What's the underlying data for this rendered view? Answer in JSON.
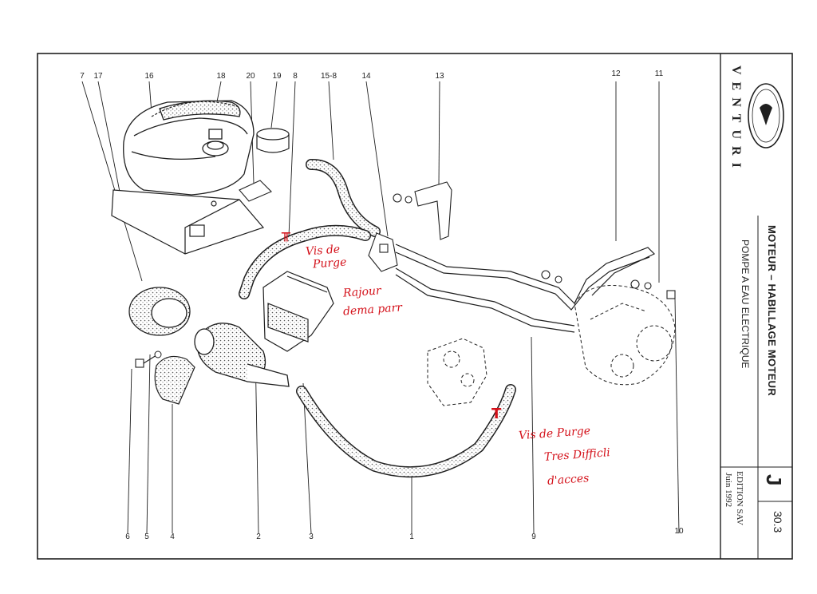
{
  "sidebar": {
    "brand": "VENTURI",
    "title": "MOTEUR – HABILLAGE MOTEUR",
    "subtitle": "POMPE A EAU ELECTRIQUE",
    "edition_line1": "EDITION SAV",
    "edition_line2": "Juin 1992",
    "page_letter": "J",
    "page_number": "30.3"
  },
  "callouts_top": [
    "7",
    "17",
    "16",
    "18",
    "20",
    "19",
    "8",
    "15-8",
    "14",
    "13",
    "12",
    "11"
  ],
  "callouts_bottom": [
    "6",
    "5",
    "4",
    "2",
    "3",
    "1",
    "9",
    "10"
  ],
  "annotations": {
    "note_a_line1": "Vis de",
    "note_a_line2": "Purge",
    "note_b_line1": "Rajour",
    "note_b_line2": "dema parr",
    "note_c_line1": "Vis de Purge",
    "note_c_line2": "Tres Difficli",
    "note_c_line3": "d'acces",
    "mark_a": "╥",
    "mark_b": "T"
  },
  "colors": {
    "ink": "#1f1f1f",
    "annotation": "#d4111a",
    "paper": "#ffffff"
  }
}
